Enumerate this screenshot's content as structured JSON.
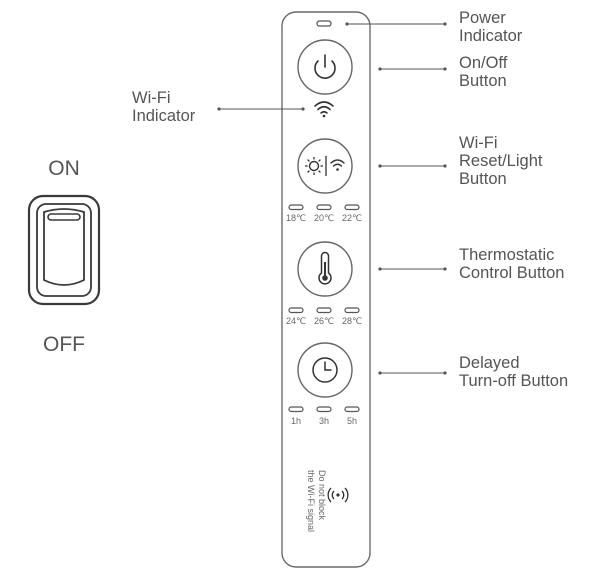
{
  "switch": {
    "on_label": "ON",
    "off_label": "OFF"
  },
  "callouts": {
    "power_indicator": [
      "Power",
      "Indicator"
    ],
    "on_off_button": [
      "On/Off",
      "Button"
    ],
    "wifi_indicator": [
      "Wi-Fi",
      "Indicator"
    ],
    "wifi_reset_light": [
      "Wi-Fi",
      "Reset/Light",
      "Button"
    ],
    "thermostatic": [
      "Thermostatic",
      "Control Button"
    ],
    "delayed_turnoff": [
      "Delayed",
      "Turn-off Button"
    ]
  },
  "temps_row1": [
    "18℃",
    "20℃",
    "22℃"
  ],
  "temps_row2": [
    "24℃",
    "26℃",
    "28℃"
  ],
  "timer_row": [
    "1h",
    "3h",
    "5h"
  ],
  "notice": [
    "Do not block",
    "the Wi-Fi signal"
  ],
  "icons": [
    "power-icon",
    "wifi-icon",
    "sun-icon",
    "thermometer-icon",
    "clock-icon"
  ]
}
